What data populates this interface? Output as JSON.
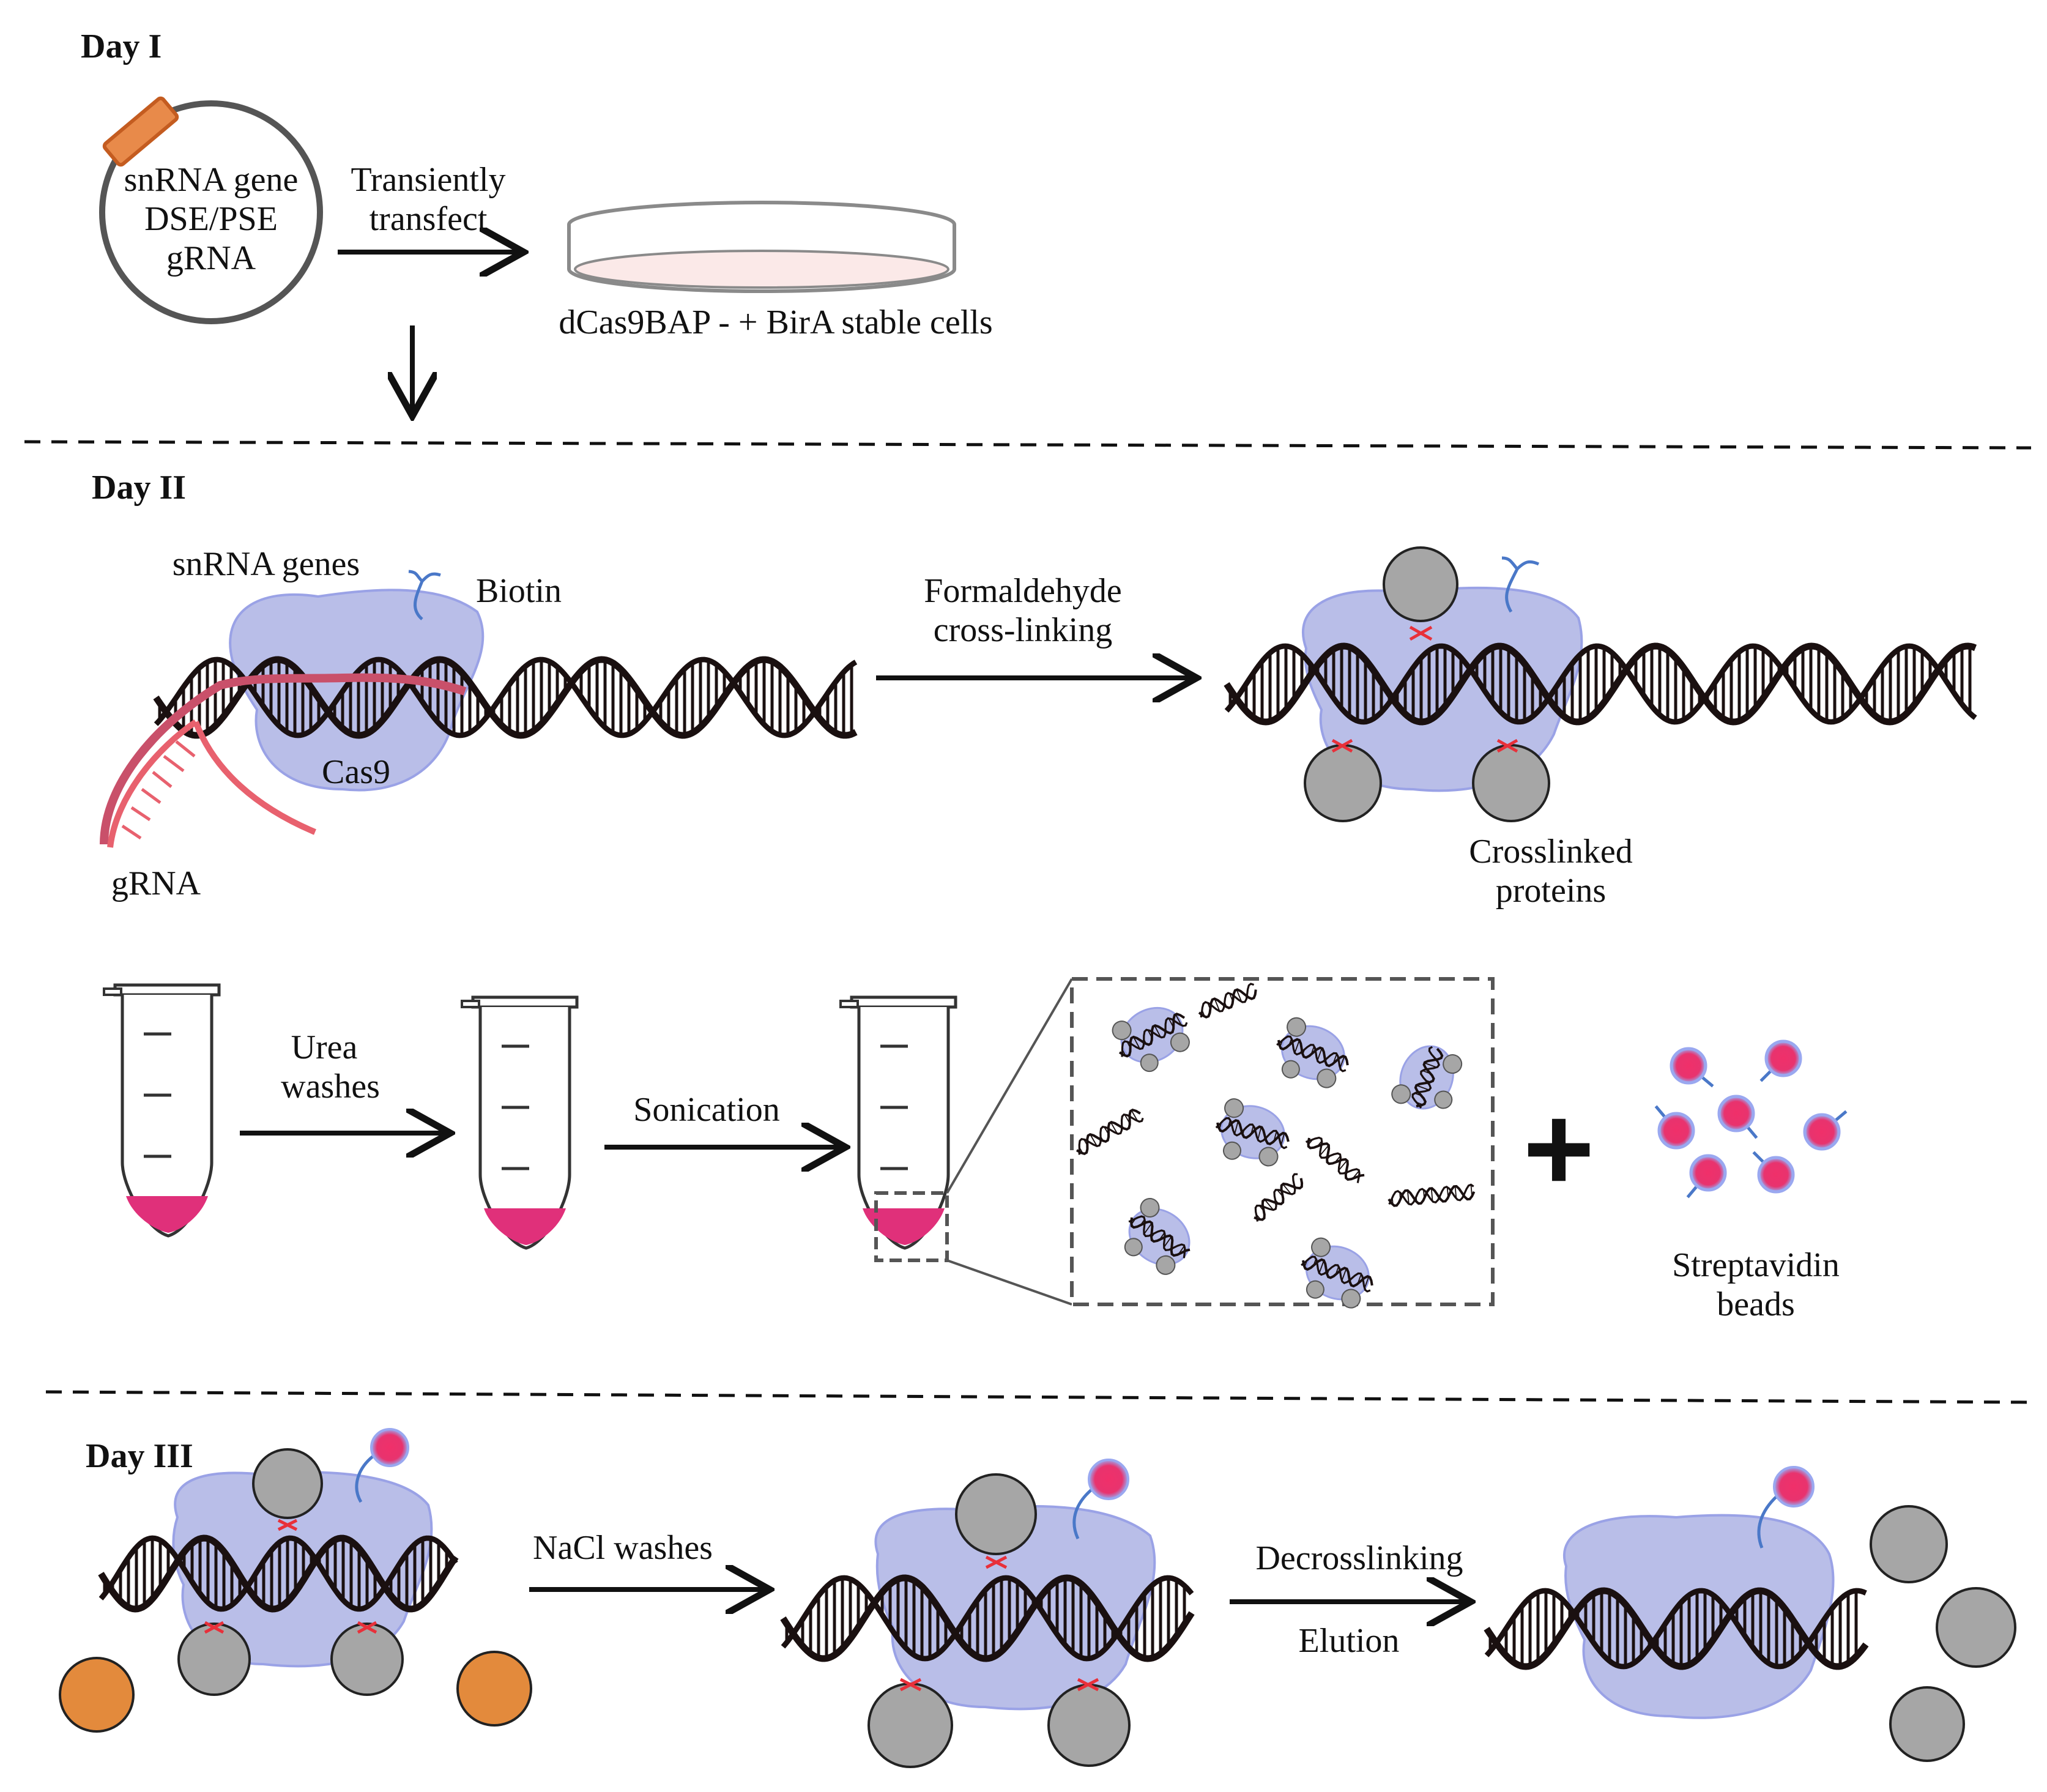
{
  "sections": {
    "day1": "Day I",
    "day2": "Day II",
    "day3": "Day III"
  },
  "day1": {
    "plasmid_lines": [
      "snRNA gene",
      "DSE/PSE",
      "gRNA"
    ],
    "transfect_lines": [
      "Transiently",
      "transfect"
    ],
    "cells_label": "dCas9BAP - + BirA stable cells"
  },
  "day2": {
    "snrna_genes": "snRNA genes",
    "biotin": "Biotin",
    "cas9": "Cas9",
    "grna": "gRNA",
    "crosslink_lines": [
      "Formaldehyde",
      "cross-linking"
    ],
    "crosslinked_lines": [
      "Crosslinked",
      "proteins"
    ],
    "urea_lines": [
      "Urea",
      "washes"
    ],
    "sonication": "Sonication",
    "plus": "+",
    "beads_lines": [
      "Streptavidin",
      "beads"
    ]
  },
  "day3": {
    "nacl": "NaCl washes",
    "decross": "Decrosslinking",
    "elution": "Elution"
  },
  "colors": {
    "cas9_blob": "#b9bee8",
    "cas9_outline": "#9aa2e6",
    "protein": "#a6a6a6",
    "grna": "#e8616e",
    "tube_fill": "#e0307a",
    "bead": "#e8336e",
    "bead_glow": "#9aa8f0",
    "linker": "#4a78c8",
    "orange": "#e38a3c",
    "dna": "#1a1010",
    "crosslink": "#e8303a"
  }
}
